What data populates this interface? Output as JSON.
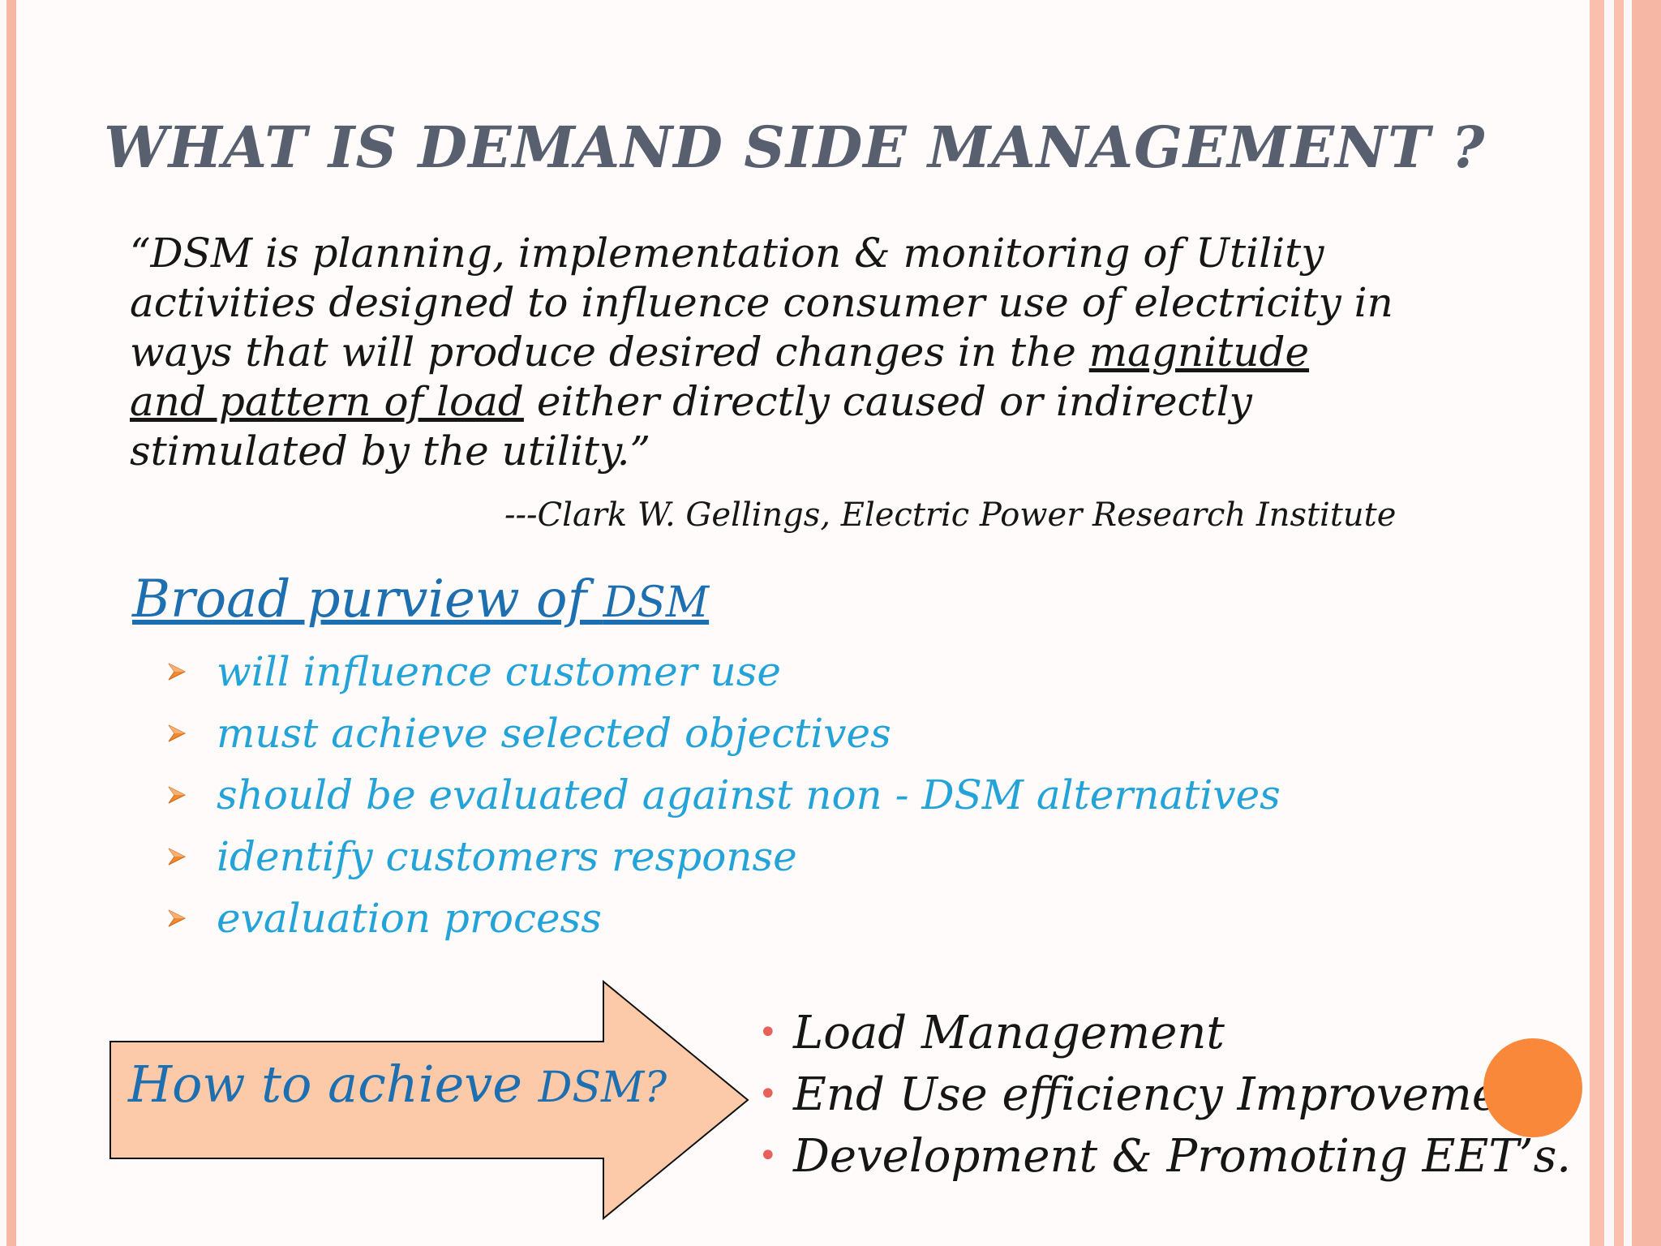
{
  "slide": {
    "title": "WHAT IS DEMAND SIDE MANAGEMENT  ?",
    "quote": {
      "line1": "“DSM is planning, implementation & monitoring of Utility",
      "line2": "activities designed to influence consumer use of electricity in",
      "line3_start": "ways that will produce desired changes in the ",
      "underline_part1": "magnitude",
      "underline_part2": "and pattern of load",
      "line4_rest": " either directly caused or indirectly",
      "line5": "stimulated by the utility.”"
    },
    "attribution": "---Clark W. Gellings, Electric Power Research Institute",
    "purview": {
      "heading": "Broad purview of ",
      "heading_dsm": "DSM",
      "items": [
        "will influence customer use",
        "must achieve selected objectives",
        "should be evaluated against non - DSM alternatives",
        "identify customers response",
        "evaluation process"
      ]
    },
    "how": {
      "label": "How to achieve ",
      "label_dsm": "DSM?"
    },
    "methods": [
      "Load Management",
      "End Use efficiency Improvement",
      "Development & Promoting EET’s."
    ]
  },
  "colors": {
    "title": "#585f6e",
    "heading_blue": "#1e6fb0",
    "bullet_cyan": "#23a3d8",
    "arrow_fill": "#fccaa8",
    "accent_orange": "#f9883a",
    "border_pink": "#f6b8a4"
  },
  "icons": {
    "bullet": "orange-arrowhead-icon",
    "method_bullet": "red-dot-icon"
  }
}
